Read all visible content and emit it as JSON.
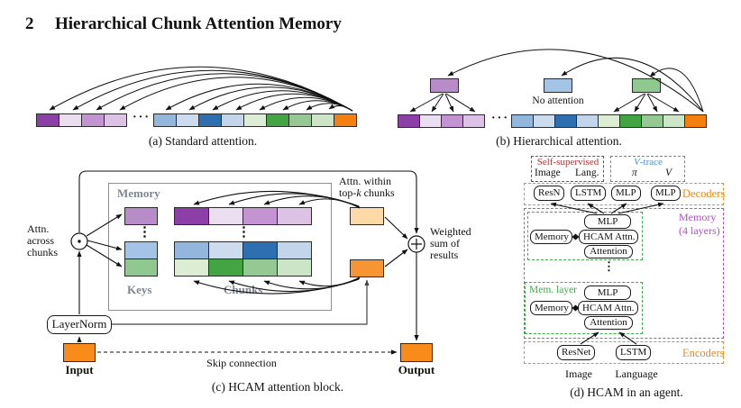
{
  "title": {
    "number": "2",
    "text": "Hierarchical Chunk Attention Memory"
  },
  "palette": {
    "pd": "#8c3fa6",
    "pxl": "#eadef0",
    "pm": "#c493d2",
    "pl": "#dcc3e6",
    "pk": "#b88bc9",
    "bm": "#93b7dc",
    "bl": "#ccdcee",
    "bd": "#2e6fb2",
    "bp": "#c3d5ea",
    "bk": "#a3c4e4",
    "gp": "#dcedd4",
    "gd": "#42a442",
    "gm": "#96c894",
    "gl": "#cde5c7",
    "gk": "#8fc98f",
    "or": "#f57f0e",
    "orio": "#f88b1a",
    "orbox": "#f79433",
    "orpale": "#fcd9a6"
  },
  "panel_a": {
    "caption": "(a) Standard attention.",
    "dots": "···"
  },
  "panel_b": {
    "caption": "(b) Hierarchical attention.",
    "no_attention": "No attention",
    "dots": "···"
  },
  "panel_c": {
    "caption": "(c) HCAM attention block.",
    "attn_across": [
      "Attn.",
      "across",
      "chunks"
    ],
    "memory_label": "Memory",
    "keys_label": "Keys",
    "chunks_label": "Chunks",
    "attn_within_line1": "Attn. within",
    "attn_within_pre": "top-",
    "attn_within_k": "k",
    "attn_within_post": " chunks",
    "weighted": [
      "Weighted",
      "sum of",
      "results"
    ],
    "layernorm": "LayerNorm",
    "input": "Input",
    "output": "Output",
    "skip": "Skip connection",
    "dots_v": "⋮"
  },
  "panel_d": {
    "caption": "(d) HCAM in an agent.",
    "self_supervised": "Self-supervised",
    "ss_image": "Image",
    "ss_lang": "Lang.",
    "vtrace_v": "V",
    "vtrace_rest": "-trace",
    "pi": "π",
    "v": "V",
    "decoders": {
      "resn": "ResN",
      "lstm": "LSTM",
      "mlp1": "MLP",
      "mlp2": "MLP",
      "label": "Decoders"
    },
    "memory_label_1": "Memory",
    "memory_label_2": "(4 layers)",
    "layer1": {
      "mlp": "MLP",
      "memory": "Memory",
      "hcam": "HCAM Attn.",
      "attention": "Attention"
    },
    "mem_layer_label": "Mem. layer",
    "layer2": {
      "mlp": "MLP",
      "memory": "Memory",
      "hcam": "HCAM Attn.",
      "attention": "Attention"
    },
    "encoders": {
      "resnet": "ResNet",
      "lstm": "LSTM",
      "label": "Encoders"
    },
    "input_image": "Image",
    "input_language": "Language",
    "dots_v": "⋮"
  },
  "colors": {
    "dashed_red": "#b03636",
    "dashed_blue": "#4a8fd3",
    "dashed_orange": "#ef8a1d",
    "dashed_purple": "#b14fc8",
    "dashed_green": "#3fae4a",
    "gray_label": "#7e8795"
  }
}
